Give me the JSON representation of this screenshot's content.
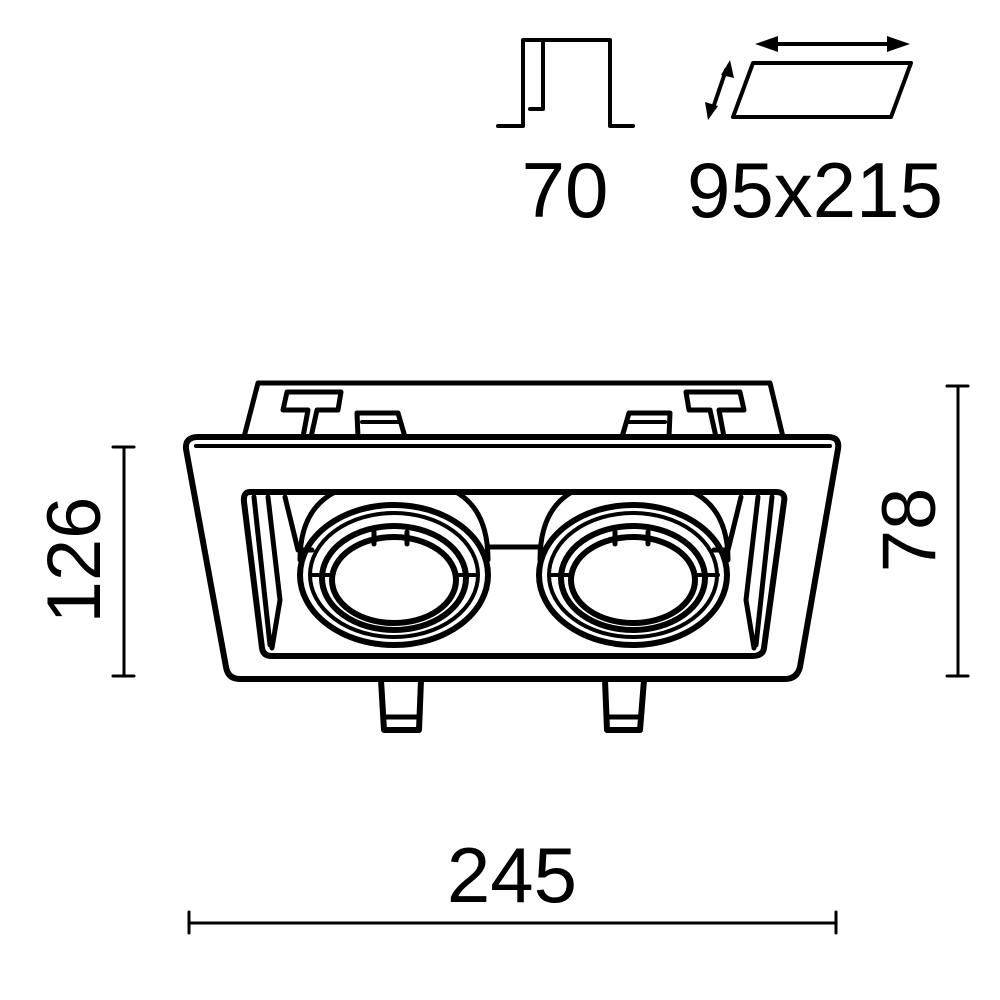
{
  "drawing": {
    "subject": "double recessed downlight frame, front view",
    "stroke_color": "#000000",
    "background_color": "#ffffff"
  },
  "specs": {
    "cutout_depth": {
      "icon": "recess-depth-icon",
      "value": "70"
    },
    "cutout_size": {
      "icon": "cutout-dimensions-icon",
      "value": "95x215"
    }
  },
  "dimensions": {
    "width": {
      "value": "245",
      "orientation": "horizontal"
    },
    "height_total": {
      "value": "126",
      "orientation": "vertical-left"
    },
    "height_visible": {
      "value": "78",
      "orientation": "vertical-right"
    }
  },
  "fixture": {
    "lamp_count": 2
  }
}
